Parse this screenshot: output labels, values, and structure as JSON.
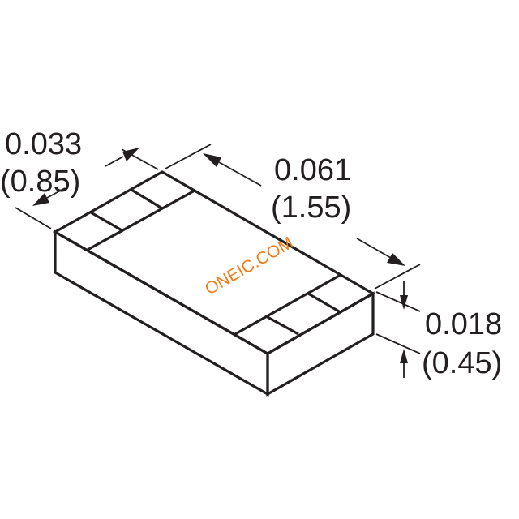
{
  "dimensions": {
    "width": {
      "inch": "0.033",
      "mm": "(0.85)"
    },
    "length": {
      "inch": "0.061",
      "mm": "(1.55)"
    },
    "height": {
      "inch": "0.018",
      "mm": "(0.45)"
    }
  },
  "watermark": "ONEIC.COM",
  "colors": {
    "line": "#231f20",
    "watermark": "#f07d1a",
    "background": "#ffffff"
  }
}
